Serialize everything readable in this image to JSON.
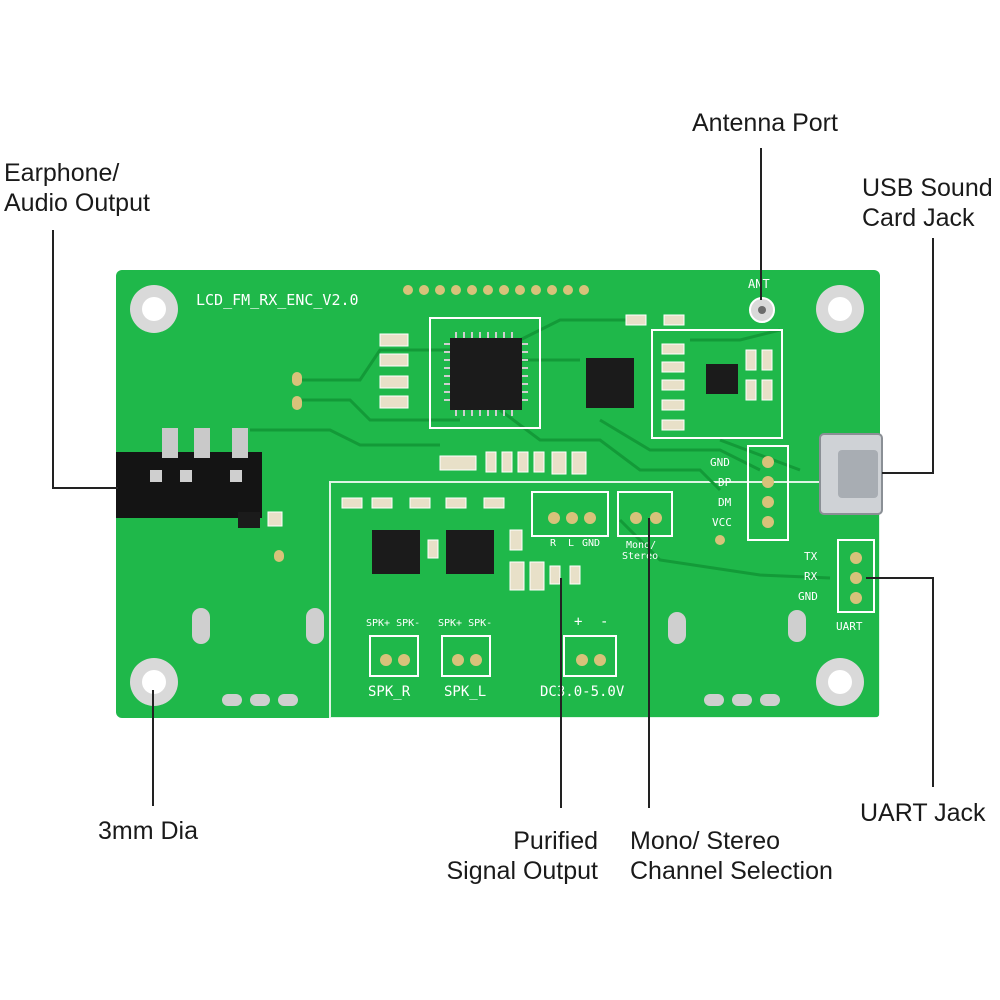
{
  "callouts": {
    "earphone": {
      "line1": "Earphone/",
      "line2": "Audio Output"
    },
    "antenna": {
      "line1": "Antenna Port"
    },
    "usb": {
      "line1": "USB Sound",
      "line2": "Card Jack"
    },
    "mounting_hole": {
      "line1": "3mm Dia"
    },
    "purified": {
      "line1": "Purified",
      "line2": "Signal Output"
    },
    "mono_stereo": {
      "line1": "Mono/ Stereo",
      "line2": "Channel Selection"
    },
    "uart": {
      "line1": "UART Jack"
    }
  },
  "board": {
    "title": "LCD_FM_RX_ENC_V2.0",
    "antenna_label": "ANT",
    "usb_pins": [
      "GND",
      "DP",
      "DM",
      "VCC"
    ],
    "uart_pins": [
      "TX",
      "RX",
      "GND"
    ],
    "uart_label": "UART",
    "channel_pins": [
      "R",
      "L",
      "GND"
    ],
    "mono_stereo_line1": "Mono/",
    "mono_stereo_line2": "Stereo",
    "spk_r": {
      "pins": "SPK+ SPK-",
      "label": "SPK_R"
    },
    "spk_l": {
      "pins": "SPK+ SPK-",
      "label": "SPK_L"
    },
    "power": {
      "plus": "+",
      "minus": "-",
      "label": "DC3.0-5.0V"
    }
  },
  "colors": {
    "pcb": "#1fb84a",
    "pcb_dark": "#139a38",
    "silk": "#ffffff",
    "leader": "#222222"
  }
}
